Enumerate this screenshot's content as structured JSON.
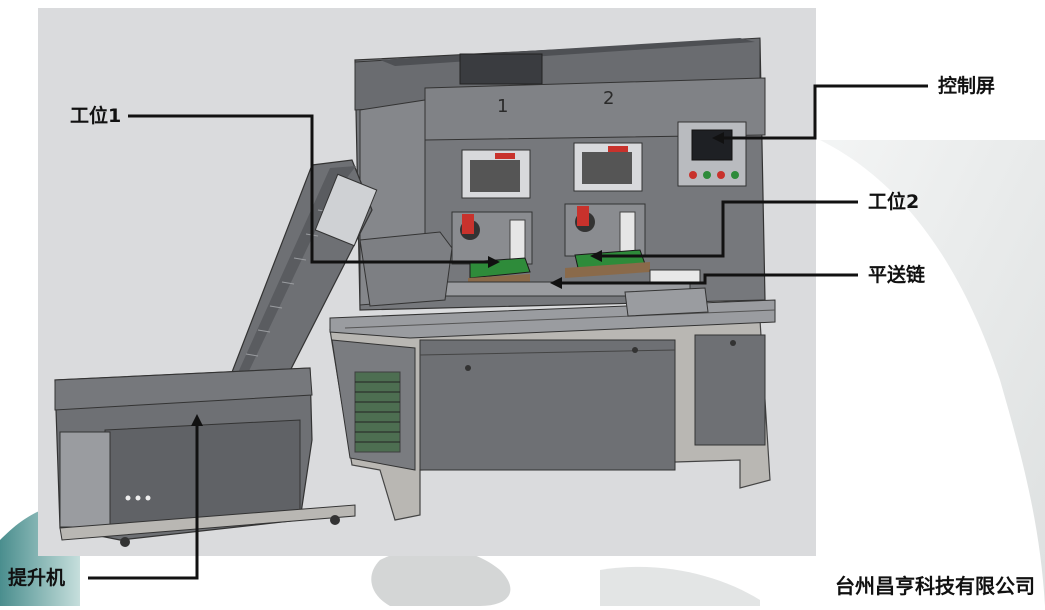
{
  "machine": {
    "station_numbers": [
      "1",
      "2"
    ]
  },
  "callouts": {
    "control_screen": "控制屏",
    "station1": "工位1",
    "station2": "工位2",
    "flat_chain": "平送链",
    "elevator": "提升机"
  },
  "company_name": "台州昌亨科技有限公司",
  "colors": {
    "frame_dark": "#5a5c60",
    "frame_mid": "#6e7074",
    "frame_light": "#9a9ca0",
    "base_grey": "#b9b7b3",
    "panel_bg": "#d8d9dc",
    "accent_green": "#2e8b3a",
    "accent_red": "#c8322c",
    "wood": "#8a6a4a"
  },
  "icons": [
    "screen-icon",
    "fan-grille-icon"
  ]
}
